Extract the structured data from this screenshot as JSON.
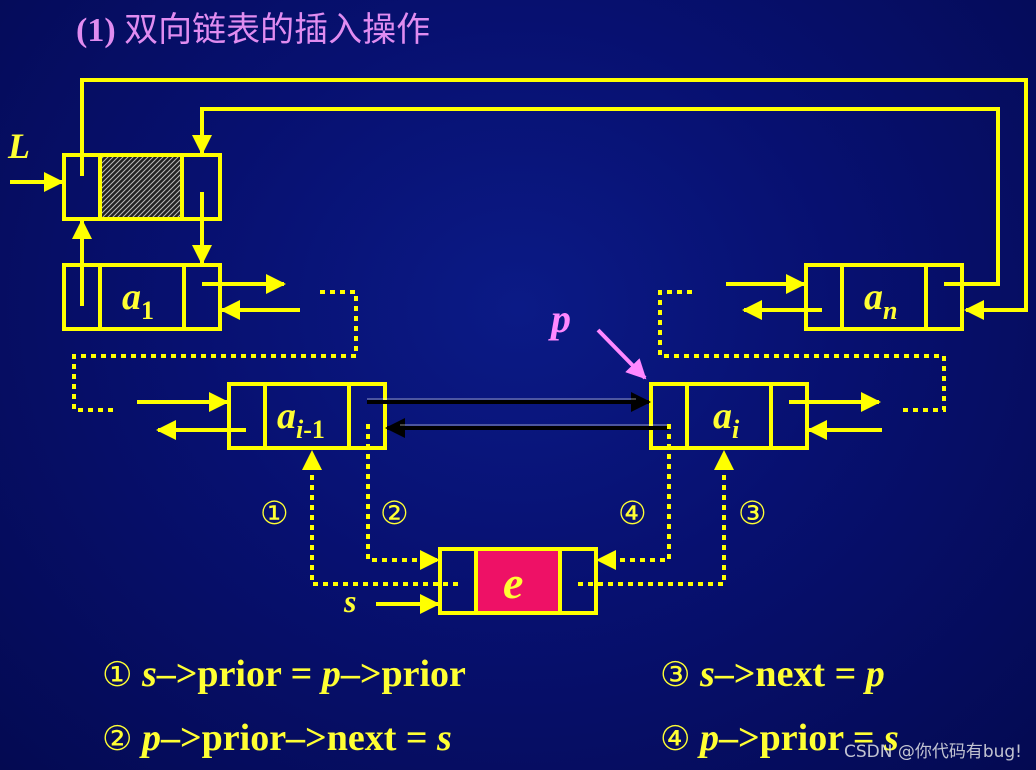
{
  "title": {
    "number": "(1)",
    "text": "双向链表的插入操作"
  },
  "labels": {
    "head_pointer": "L",
    "p_pointer": "p",
    "s_pointer": "s",
    "node_a1": {
      "base": "a",
      "sub": "1"
    },
    "node_ai_minus1": {
      "base": "a",
      "sub_italic": "i",
      "sub": "-1"
    },
    "node_ai": {
      "base": "a",
      "sub_italic": "i"
    },
    "node_an": {
      "base": "a",
      "sub_italic": "n"
    },
    "new_node": "e"
  },
  "steps": {
    "s1": "①",
    "s2": "②",
    "s3": "③",
    "s4": "④"
  },
  "formulas": [
    {
      "num": "①",
      "lhs_var": "s",
      "lhs_rest": "–>prior = ",
      "rhs_var": "p",
      "rhs_rest": "–>prior"
    },
    {
      "num": "②",
      "lhs_var": "p",
      "lhs_rest": "–>prior–>next = ",
      "rhs_var": "s",
      "rhs_rest": ""
    },
    {
      "num": "③",
      "lhs_var": "s",
      "lhs_rest": "–>next = ",
      "rhs_var": "p",
      "rhs_rest": ""
    },
    {
      "num": "④",
      "lhs_var": "p",
      "lhs_rest": "–>prior = ",
      "rhs_var": "s",
      "rhs_rest": ""
    }
  ],
  "colors": {
    "background": "#071070",
    "line": "#ffff00",
    "title": "#e08cf0",
    "new_node_fill": "#ee1166",
    "p_arrow": "#ff88ff",
    "black_arrow": "#000000"
  },
  "watermark": "CSDN @你代码有bug!"
}
